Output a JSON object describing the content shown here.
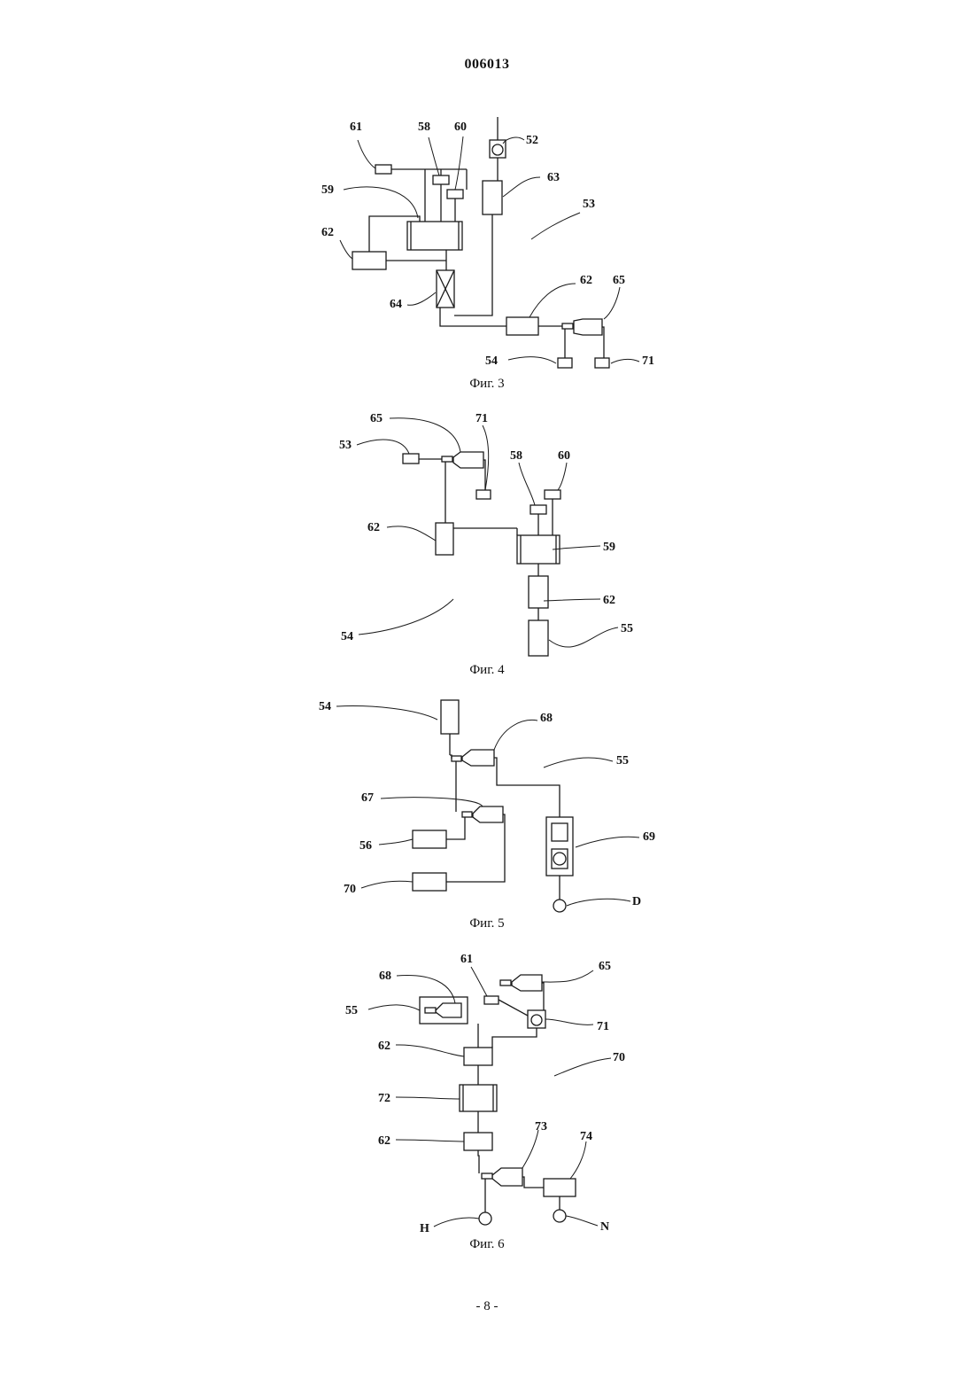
{
  "header": {
    "document_number": "006013"
  },
  "footer": {
    "page_number": "- 8 -"
  },
  "figures": [
    {
      "caption": "Фиг. 3",
      "labels": {
        "l61": "61",
        "l58": "58",
        "l60": "60",
        "l52": "52",
        "l59": "59",
        "l63": "63",
        "l53": "53",
        "l62a": "62",
        "l64": "64",
        "l62b": "62",
        "l65": "65",
        "l54": "54",
        "l71": "71"
      }
    },
    {
      "caption": "Фиг. 4",
      "labels": {
        "l65": "65",
        "l71": "71",
        "l53": "53",
        "l58": "58",
        "l60": "60",
        "l62a": "62",
        "l59": "59",
        "l62b": "62",
        "l54": "54",
        "l55": "55"
      }
    },
    {
      "caption": "Фиг. 5",
      "labels": {
        "l54": "54",
        "l68": "68",
        "l55": "55",
        "l67": "67",
        "l69": "69",
        "l56": "56",
        "l70": "70",
        "lD": "D"
      }
    },
    {
      "caption": "Фиг. 6",
      "labels": {
        "l61": "61",
        "l65": "65",
        "l68": "68",
        "l55": "55",
        "l71": "71",
        "l62a": "62",
        "l70": "70",
        "l72": "72",
        "l62b": "62",
        "l73": "73",
        "l74": "74",
        "lH": "H",
        "lN": "N"
      }
    }
  ]
}
